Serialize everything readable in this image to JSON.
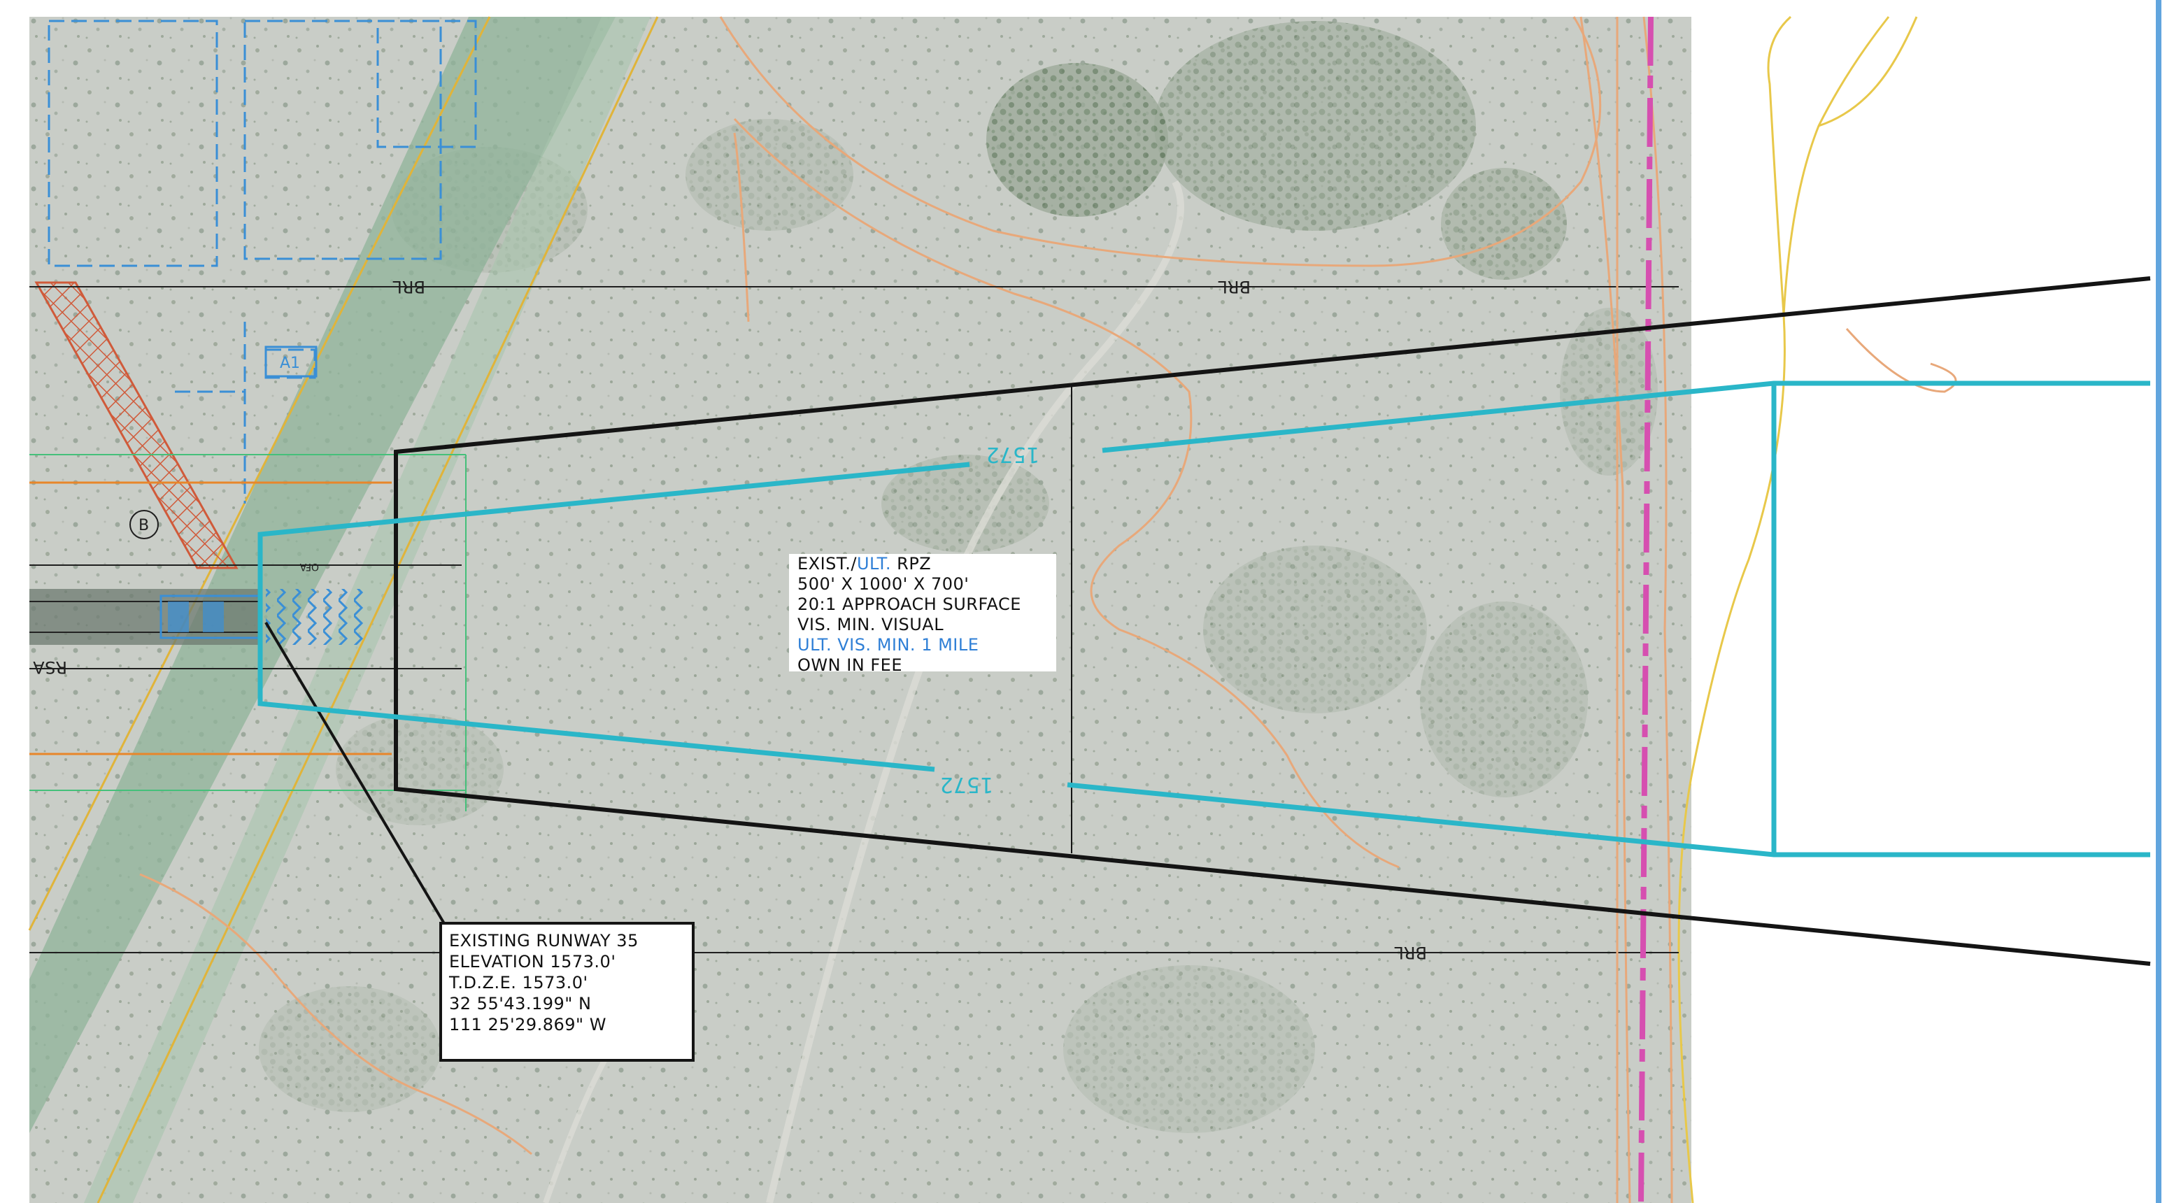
{
  "map": {
    "line_labels": {
      "brl": "BRL",
      "rsa": "RSA",
      "ofa": "OFA",
      "contour": "1572",
      "circle": "B",
      "tag": "A1"
    },
    "rpz_box": {
      "line1_prefix": "EXIST./",
      "line1_ult": "ULT.",
      "line1_suffix": " RPZ",
      "line2": "500' X 1000' X 700'",
      "line3": "20:1 APPROACH SURFACE",
      "line4": "VIS. MIN. VISUAL",
      "line5": "ULT. VIS. MIN. 1 MILE",
      "line6": "OWN IN FEE"
    },
    "runway_box": {
      "line1": "EXISTING RUNWAY 35",
      "line2": "ELEVATION 1573.0'",
      "line3": "T.D.Z.E. 1573.0'",
      "line4": "32 55'43.199\" N",
      "line5": "111 25'29.869\" W"
    },
    "colors": {
      "ground": "#c8ccc6",
      "approach_outline": "#141414",
      "ultimate_rpz": "#2ab6c8",
      "property_line": "#d64fb0",
      "contour": "#e8a87a",
      "drainage": "#e8c84a",
      "taxiway_fill": "#8fb39a",
      "hatch": "#d05a3a",
      "blue_markings": "#3a8fd6"
    }
  }
}
